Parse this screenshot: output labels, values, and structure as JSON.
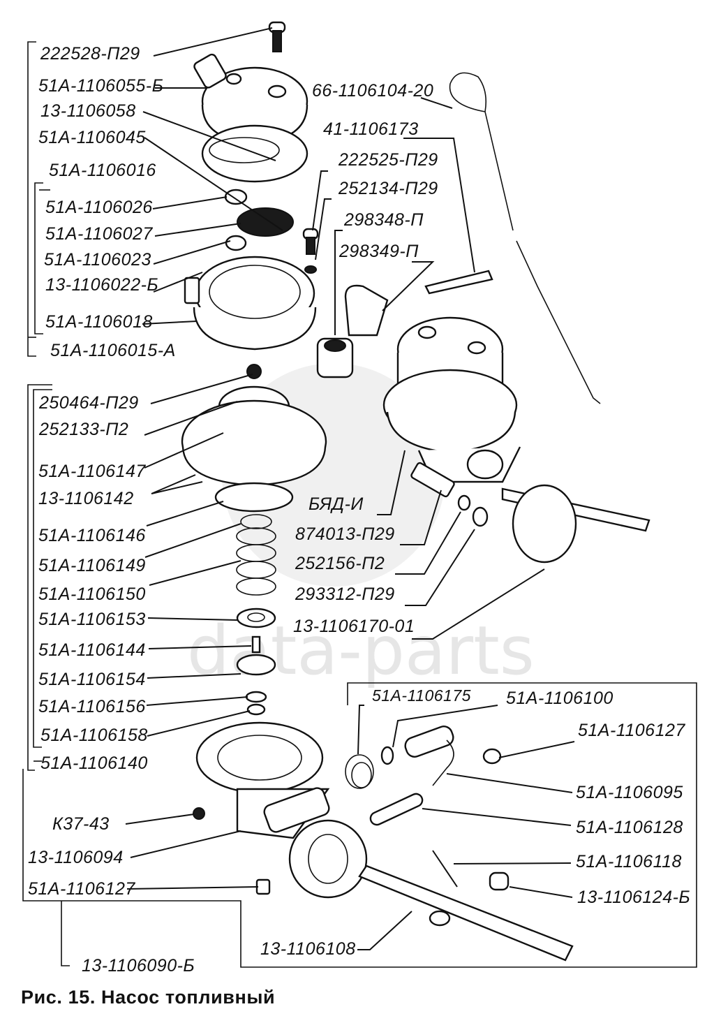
{
  "figure": {
    "caption": "Рис. 15. Насос топливный",
    "watermark": "data-parts"
  },
  "labels": {
    "l222528": "222528-П29",
    "l1106055": "51А-1106055-Б",
    "l1106058": "13-1106058",
    "l1106045": "51А-1106045",
    "l1106016": "51А-1106016",
    "l1106026": "51А-1106026",
    "l1106027": "51А-1106027",
    "l1106023": "51А-1106023",
    "l1106022": "13-1106022-Б",
    "l1106018": "51А-1106018",
    "l1106015": "51А-1106015-А",
    "l250464": "250464-П29",
    "l252133": "252133-П2",
    "l1106147": "51А-1106147",
    "l1106142": "13-1106142",
    "l1106146": "51А-1106146",
    "l1106149": "51А-1106149",
    "l1106150": "51А-1106150",
    "l1106153": "51А-1106153",
    "l1106144": "51А-1106144",
    "l1106154": "51А-1106154",
    "l1106156": "51А-1106156",
    "l1106158": "51А-1106158",
    "l1106140": "51А-1106140",
    "lK3743": "К37-43",
    "l1106094": "13-1106094",
    "l1106127a": "51А-1106127",
    "l1106090": "13-1106090-Б",
    "l1106104": "66-1106104-20",
    "l1106173": "41-1106173",
    "l222525": "222525-П29",
    "l252134": "252134-П29",
    "l298348": "298348-П",
    "l298349": "298349-П",
    "lBDI": "БЯД-И",
    "l874013": "874013-П29",
    "l252156": "252156-П2",
    "l293312": "293312-П29",
    "l1106170": "13-1106170-01",
    "l1106175": "51А-1106175",
    "l1106100": "51А-1106100",
    "l1106127b": "51А-1106127",
    "l1106095": "51А-1106095",
    "l1106128": "51А-1106128",
    "l1106118": "51А-1106118",
    "l1106124": "13-1106124-Б",
    "l1106108": "13-1106108"
  }
}
